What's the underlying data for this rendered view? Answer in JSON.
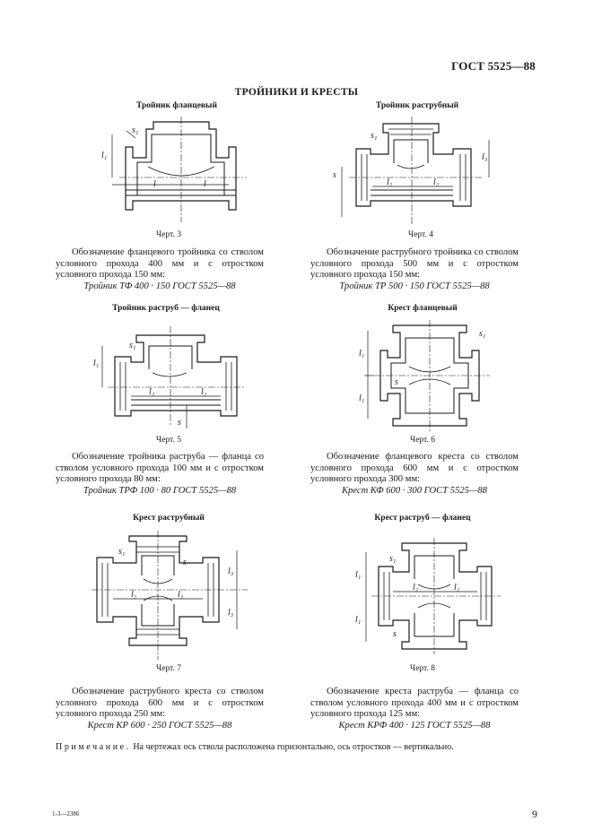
{
  "header": {
    "standard": "ГОСТ 5525—88"
  },
  "section_title": "ТРОЙНИКИ И КРЕСТЫ",
  "figures": [
    {
      "subtitle": "Тройник фланцевый",
      "label": "Черт. 3",
      "caption": "Обозначение фланцевого тройника со стволом условного прохода 400 мм и с отростком условного прохода 150 мм:",
      "designation": "Тройник ТФ 400 · 150 ГОСТ 5525—88"
    },
    {
      "subtitle": "Тройник раструбный",
      "label": "Черт. 4",
      "caption": "Обозначение раструбного тройника со стволом условного прохода 500 мм и с отростком условного прохода 150 мм:",
      "designation": "Тройник ТР 500 · 150 ГОСТ 5525—88"
    },
    {
      "subtitle": "Тройник раструб — фланец",
      "label": "Черт. 5",
      "caption": "Обозначение тройника раструба — фланца со стволом условного прохода 100 мм и с отростком условного прохода 80 мм:",
      "designation": "Тройник ТРФ 100 · 80 ГОСТ 5525—88"
    },
    {
      "subtitle": "Крест фланцевый",
      "label": "Черт. 6",
      "caption": "Обозначение фланцевого креста со стволом условного прохода 600 мм и с отростком условного прохода 300 мм:",
      "designation": "Крест КФ 600 · 300 ГОСТ 5525—88"
    },
    {
      "subtitle": "Крест раструбный",
      "label": "Черт. 7",
      "caption": "Обозначение раструбного креста со стволом условного прохода 600 мм и с отростком условного прохода 250 мм:",
      "designation": "Крест КР 600 · 250 ГОСТ 5525—88"
    },
    {
      "subtitle": "Крест раструб — фланец",
      "label": "Черт. 8",
      "caption": "Обозначение креста раструба — фланца со стволом условного прохода 400 мм и с отростком условного прохода 125 мм:",
      "designation": "Крест КРФ 400 · 125 ГОСТ 5525—88"
    }
  ],
  "dimension_labels": {
    "l": "l",
    "l1": "l₁",
    "l2": "l₂",
    "l3": "l₃",
    "s": "s",
    "s1": "s₁"
  },
  "note": {
    "prefix": "Примечание.",
    "text": "На чертежах ось ствола расположена горизонтально, ось отростков — вертикально."
  },
  "footer": {
    "code": "1-3—2386",
    "page": "9"
  }
}
